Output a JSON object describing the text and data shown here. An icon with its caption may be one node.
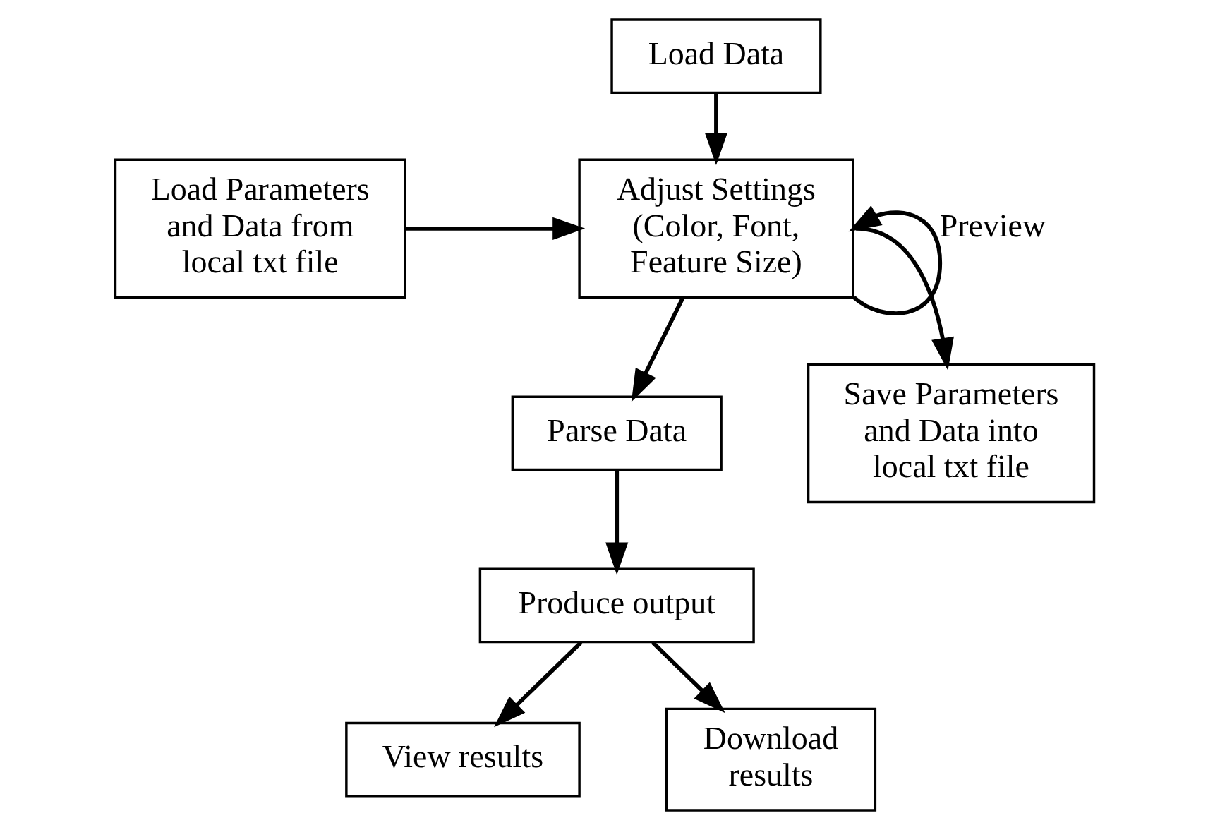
{
  "diagram": {
    "nodes": [
      {
        "text": [
          "Load Data"
        ]
      },
      {
        "text": [
          "Load Parameters and Data from local txt file"
        ]
      },
      {
        "text": [
          "Adjust Settings (Color, Font, Feature Size)"
        ]
      },
      {
        "text": [
          "Save Parameters and Data into local txt file"
        ]
      },
      {
        "text": [
          "Parse Data"
        ]
      },
      {
        "text": [
          "Produce output"
        ]
      },
      {
        "text": [
          "View results"
        ]
      },
      {
        "text": [
          "Download results"
        ]
      }
    ],
    "edges": [
      {
        "from": 0,
        "to": 2,
        "arrow": "to"
      },
      {
        "from": 1,
        "to": 2,
        "arrow": "to"
      },
      {
        "from": 2,
        "to": 3,
        "arrow": "to"
      },
      {
        "from": 2,
        "to": 2,
        "arrow": "to",
        "label": "Preview"
      },
      {
        "from": 2,
        "to": 4,
        "arrow": "to"
      },
      {
        "from": 4,
        "to": 5,
        "arrow": "to"
      },
      {
        "from": 5,
        "to": 6,
        "arrow": "to"
      },
      {
        "from": 5,
        "to": 7,
        "arrow": "to"
      }
    ]
  }
}
